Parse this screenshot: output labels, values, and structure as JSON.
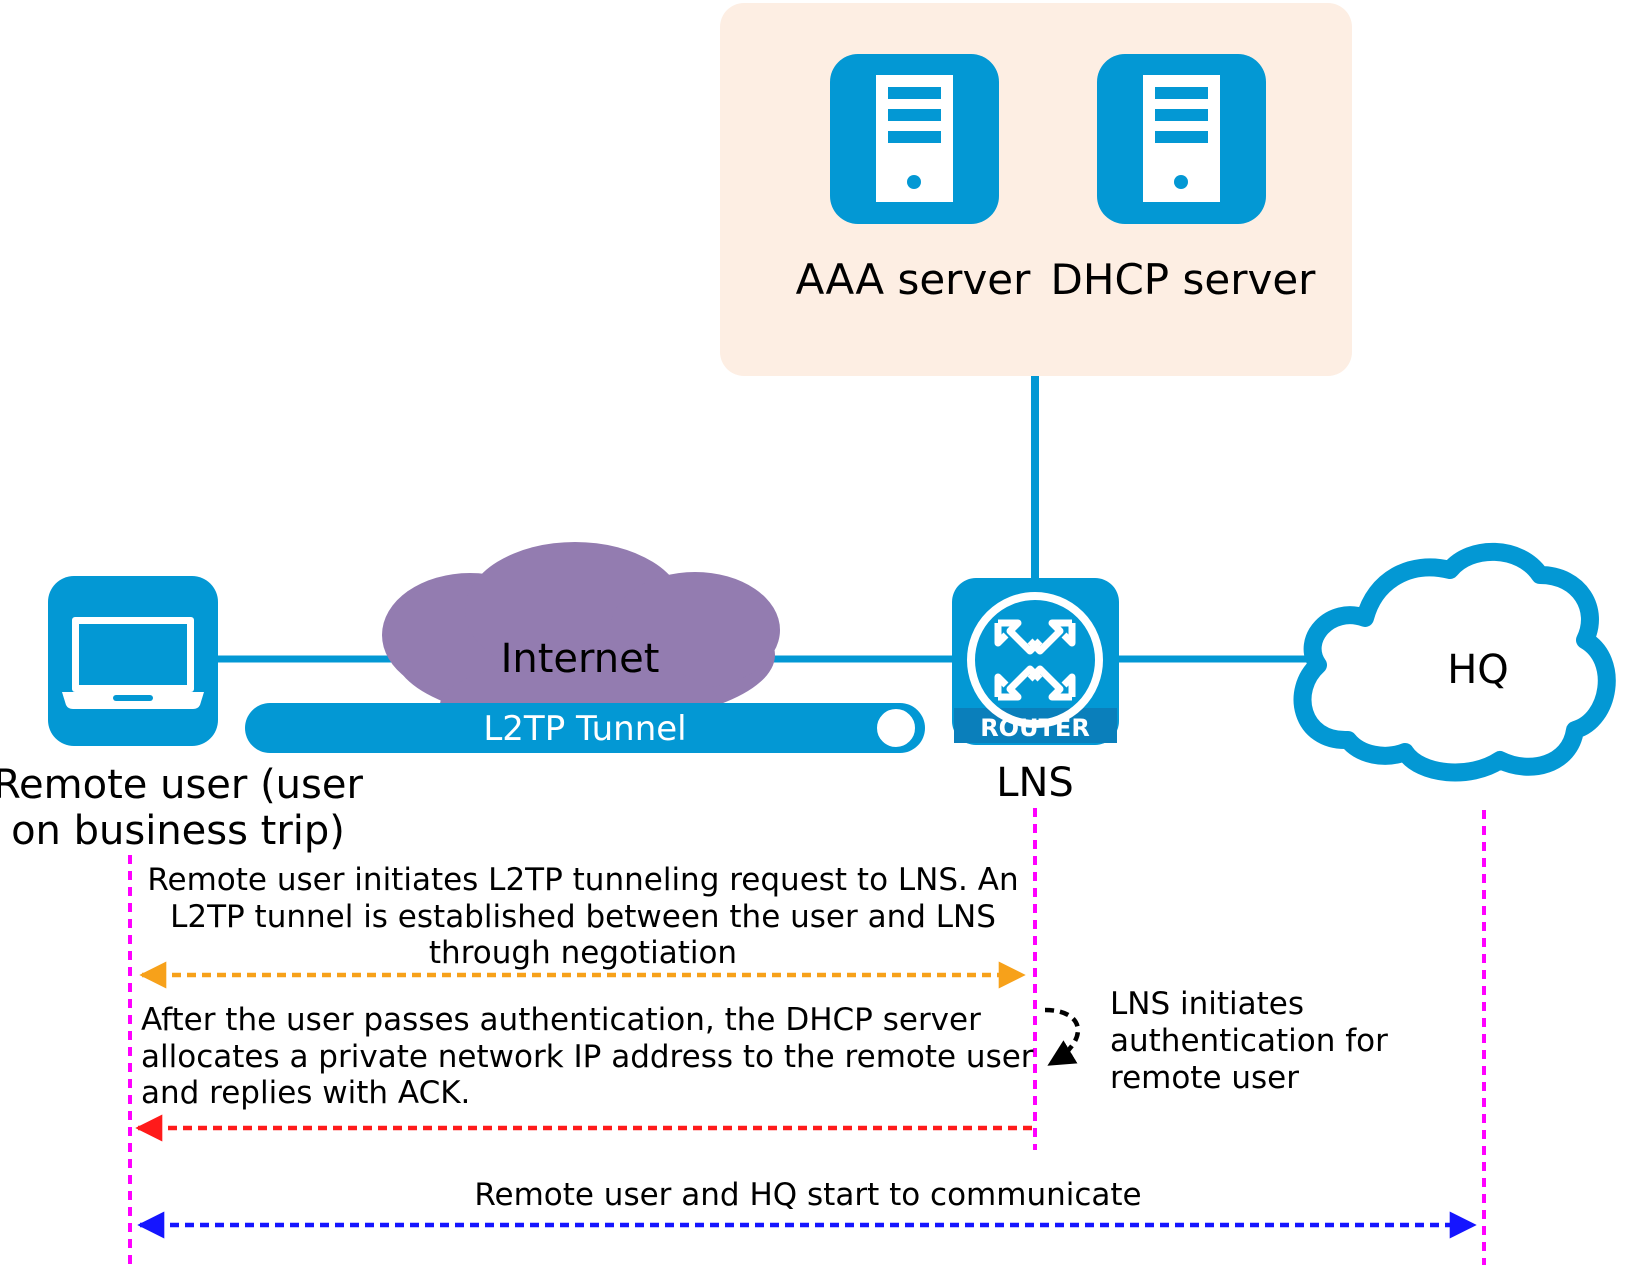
{
  "nodes": {
    "aaa_server": "AAA server",
    "dhcp_server": "DHCP server",
    "internet": "Internet",
    "tunnel": "L2TP Tunnel",
    "router_badge": "ROUTER",
    "lns": "LNS",
    "hq": "HQ",
    "remote_user_line1": "Remote user (user",
    "remote_user_line2": "on business trip)"
  },
  "messages": {
    "step1": [
      "Remote user initiates L2TP tunneling request to LNS. An",
      "L2TP tunnel is established between the user and LNS",
      "through negotiation"
    ],
    "step2": [
      "After the user passes authentication, the DHCP server",
      "allocates a private network IP address to the remote user",
      "and replies with ACK."
    ],
    "lns_note": [
      "LNS initiates",
      "authentication for",
      "remote user"
    ],
    "step3": "Remote user and HQ start to communicate"
  },
  "colors": {
    "device_blue": "#0398d4",
    "server_panel": "#fdeee3",
    "cloud_purple": "#937cb0",
    "lifeline": "#ff00ff",
    "arrow_step1": "#f7a11a",
    "arrow_step2": "#ff1a1a",
    "arrow_step3": "#1515ff",
    "arrow_note": "#000000"
  },
  "icons": {
    "aaa_server": "server-icon",
    "dhcp_server": "server-icon",
    "remote_user": "laptop-icon",
    "lns": "router-icon",
    "internet": "cloud-icon",
    "hq": "cloud-icon"
  }
}
